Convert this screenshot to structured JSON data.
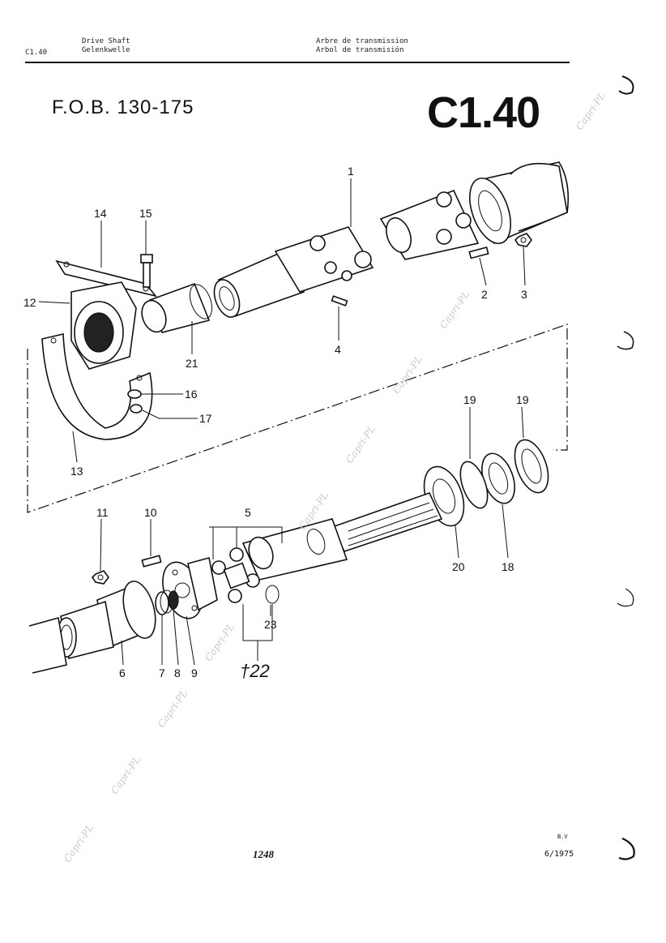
{
  "header": {
    "code": "C1.40",
    "title_en": "Drive Shaft",
    "title_de": "Gelenkwelle",
    "title_fr": "Arbre de transmission",
    "title_es": "Arbol de transmisión"
  },
  "model": "F.O.B. 130-175",
  "section": "C1.40",
  "callouts": [
    "1",
    "2",
    "3",
    "4",
    "5",
    "6",
    "7",
    "8",
    "9",
    "10",
    "11",
    "12",
    "13",
    "14",
    "15",
    "16",
    "17",
    "18",
    "19",
    "19",
    "20",
    "21",
    "22",
    "23"
  ],
  "callout_22": "†22",
  "watermark": "Capri-PL",
  "footer": {
    "page": "1248",
    "bv": "B.V",
    "date": "6/1975"
  }
}
